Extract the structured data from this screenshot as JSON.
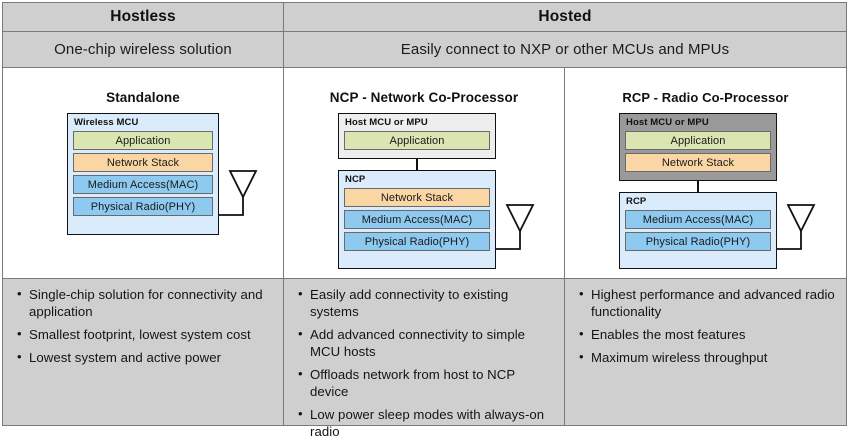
{
  "header": {
    "columns": [
      {
        "title": "Hostless",
        "subtitle": "One-chip wireless solution"
      },
      {
        "title": "Hosted",
        "subtitle": "Easily connect to NXP or other MCUs and MPUs"
      }
    ]
  },
  "colors": {
    "header_bg": "#cfcfcf",
    "border": "#7a7a7a",
    "box_border": "#111111",
    "container_lightblue": "#daecfb",
    "host_lightgray": "#eeeeee",
    "host_darkgray": "#9a9a9a",
    "layer_application": "#dae5b2",
    "layer_network_stack": "#fbd6a5",
    "layer_mac": "#8ec9f0",
    "layer_phy": "#8ec9f0",
    "bullets_bg": "#cfcfcf"
  },
  "columns": [
    {
      "id": "standalone",
      "diagram_title": "Standalone",
      "boxes": [
        {
          "label": "Wireless MCU",
          "fill": "lightblue",
          "layers": [
            {
              "text": "Application",
              "style": "app"
            },
            {
              "text": "Network Stack",
              "style": "net"
            },
            {
              "text": "Medium Access(MAC)",
              "style": "mac"
            },
            {
              "text": "Physical Radio(PHY)",
              "style": "phy"
            }
          ]
        }
      ],
      "antenna": "antenna-icon",
      "bullets": [
        "Single-chip solution for connectivity and application",
        "Smallest footprint, lowest system cost",
        "Lowest system and active power"
      ]
    },
    {
      "id": "ncp",
      "diagram_title": "NCP - Network Co-Processor",
      "boxes": [
        {
          "label": "Host MCU or MPU",
          "fill": "lightgray",
          "layers": [
            {
              "text": "Application",
              "style": "app"
            }
          ]
        },
        {
          "label": "NCP",
          "fill": "lightblue",
          "layers": [
            {
              "text": "Network Stack",
              "style": "net"
            },
            {
              "text": "Medium Access(MAC)",
              "style": "mac"
            },
            {
              "text": "Physical Radio(PHY)",
              "style": "phy"
            }
          ]
        }
      ],
      "antenna": "antenna-icon",
      "bullets": [
        "Easily add connectivity to existing systems",
        "Add advanced connectivity to simple MCU hosts",
        "Offloads network from host to NCP device",
        "Low power sleep modes with always-on radio"
      ]
    },
    {
      "id": "rcp",
      "diagram_title": "RCP - Radio Co-Processor",
      "boxes": [
        {
          "label": "Host MCU or MPU",
          "fill": "darkgray",
          "layers": [
            {
              "text": "Application",
              "style": "app"
            },
            {
              "text": "Network Stack",
              "style": "net"
            }
          ]
        },
        {
          "label": "RCP",
          "fill": "lightblue",
          "layers": [
            {
              "text": "Medium Access(MAC)",
              "style": "mac"
            },
            {
              "text": "Physical Radio(PHY)",
              "style": "phy"
            }
          ]
        }
      ],
      "antenna": "antenna-icon",
      "bullets": [
        "Highest performance and advanced radio functionality",
        "Enables the most features",
        "Maximum wireless throughput"
      ]
    }
  ]
}
